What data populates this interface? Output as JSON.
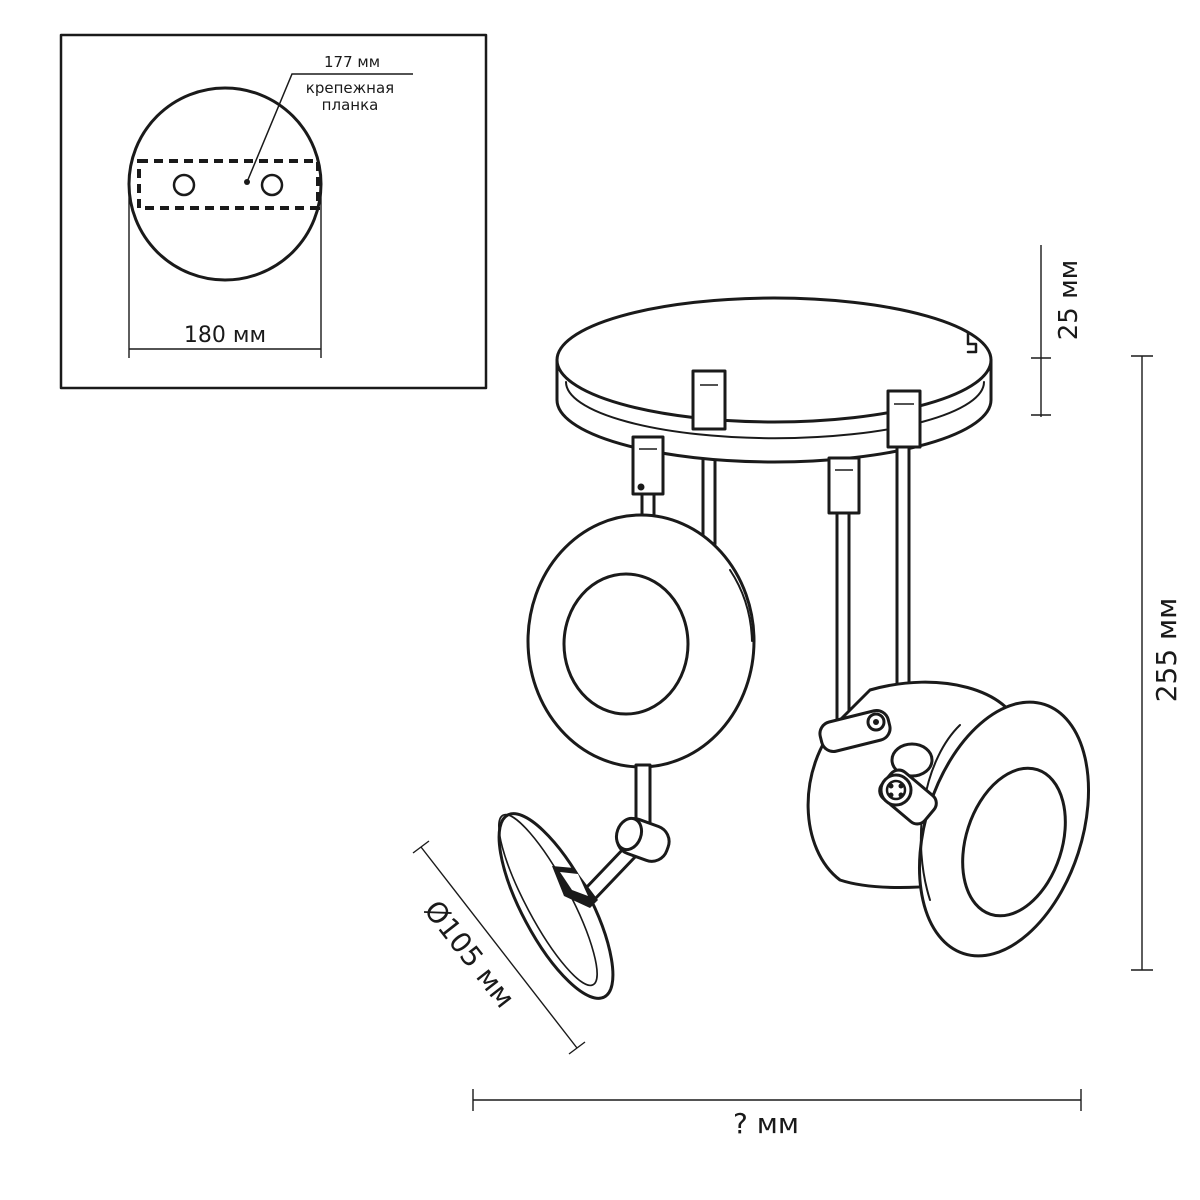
{
  "inset": {
    "plate_width": "177 мм",
    "bracket_label_line1": "крепежная",
    "bracket_label_line2": "планка",
    "base_diameter": "180 мм"
  },
  "dimensions": {
    "base_height": "25 мм",
    "total_height": "255 мм",
    "shade_diameter": "Ø105 мм",
    "total_width": "? мм"
  }
}
